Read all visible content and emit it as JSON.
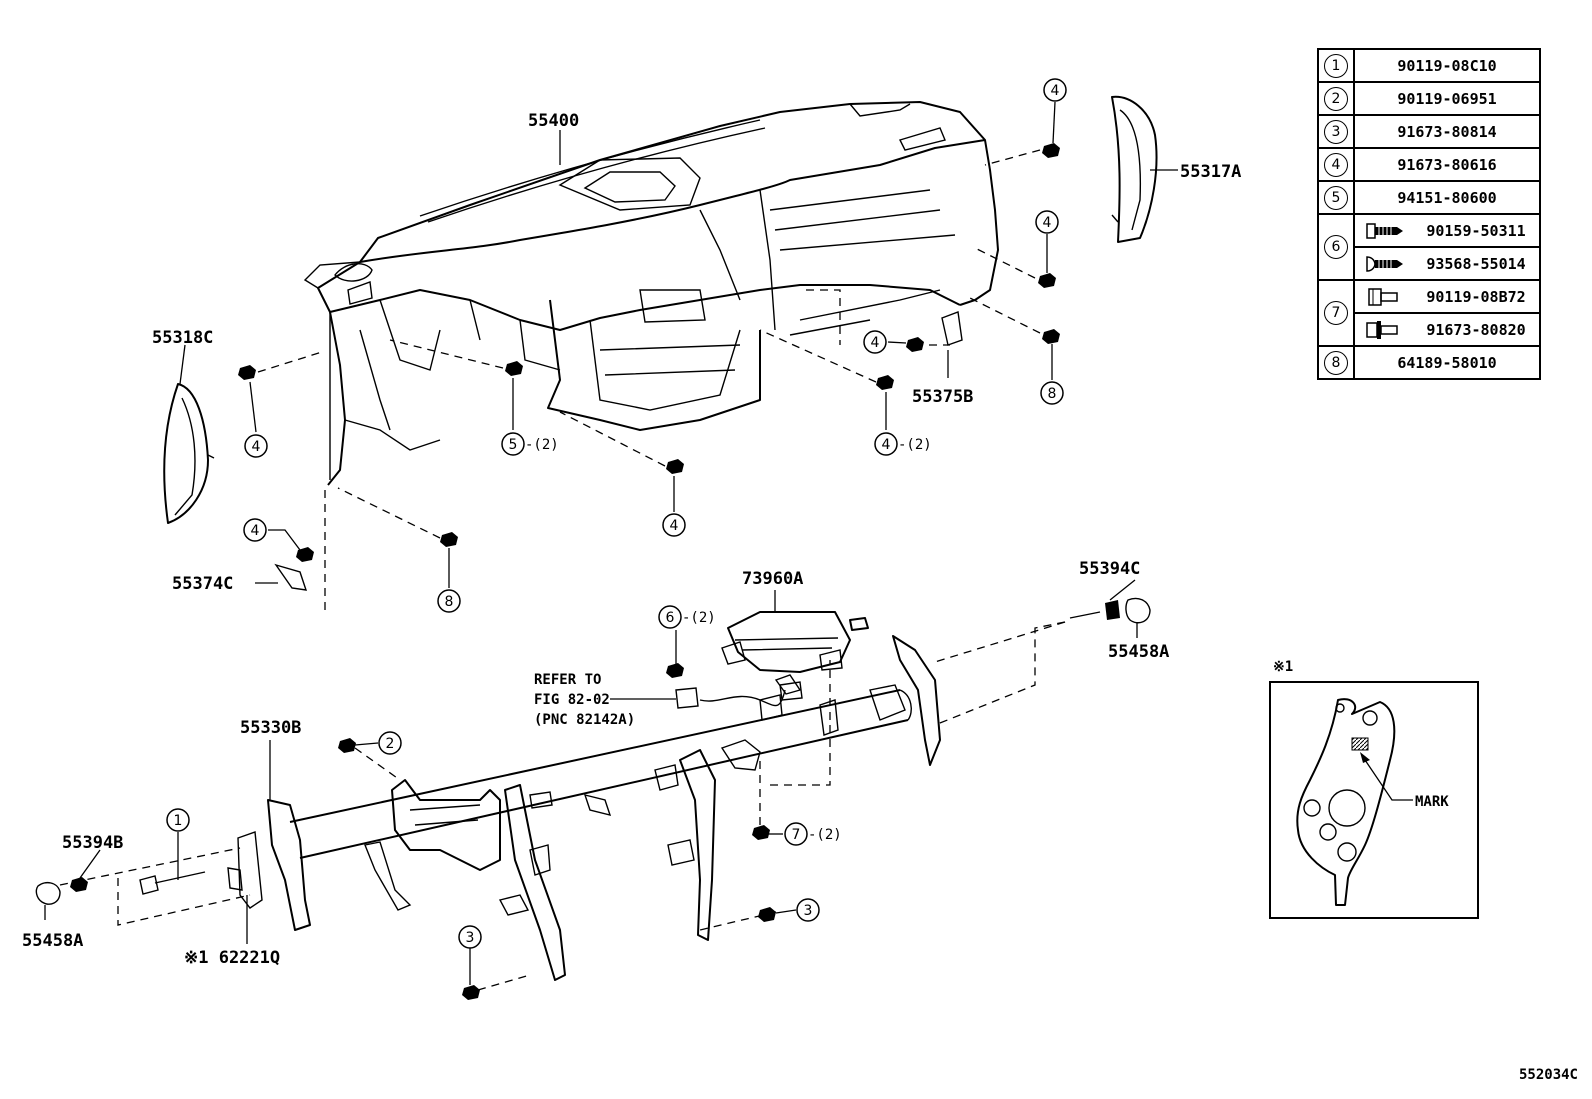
{
  "parts": {
    "p55400": "55400",
    "p55317A": "55317A",
    "p55318C": "55318C",
    "p55375B": "55375B",
    "p55374C": "55374C",
    "p73960A": "73960A",
    "p55394C": "55394C",
    "p55458A_right": "55458A",
    "p55330B": "55330B",
    "p55394B": "55394B",
    "p55458A_left": "55458A",
    "p62221Q": "※1 62221Q"
  },
  "callouts": {
    "c1": "1",
    "c2": "2",
    "c3": "3",
    "c4": "4",
    "c5": "5",
    "c6": "6",
    "c7": "7",
    "c8": "8",
    "qty2": "-(2)"
  },
  "refer": {
    "line1": "REFER TO",
    "line2": "FIG 82-02",
    "line3": "(PNC 82142A)"
  },
  "inset": {
    "title": "※1",
    "mark": "MARK"
  },
  "legend": [
    {
      "num": "1",
      "part": "90119-08C10"
    },
    {
      "num": "2",
      "part": "90119-06951"
    },
    {
      "num": "3",
      "part": "91673-80814"
    },
    {
      "num": "4",
      "part": "91673-80616"
    },
    {
      "num": "5",
      "part": "94151-80600"
    },
    {
      "num": "6",
      "parts": [
        "90159-50311",
        "93568-55014"
      ],
      "icons": [
        "screw-grommet-icon",
        "screw-grommet-icon"
      ]
    },
    {
      "num": "7",
      "parts": [
        "90119-08B72",
        "91673-80820"
      ],
      "icons": [
        "bolt-icon",
        "flange-bolt-icon"
      ]
    },
    {
      "num": "8",
      "part": "64189-58010"
    }
  ],
  "footer_code": "552034C"
}
